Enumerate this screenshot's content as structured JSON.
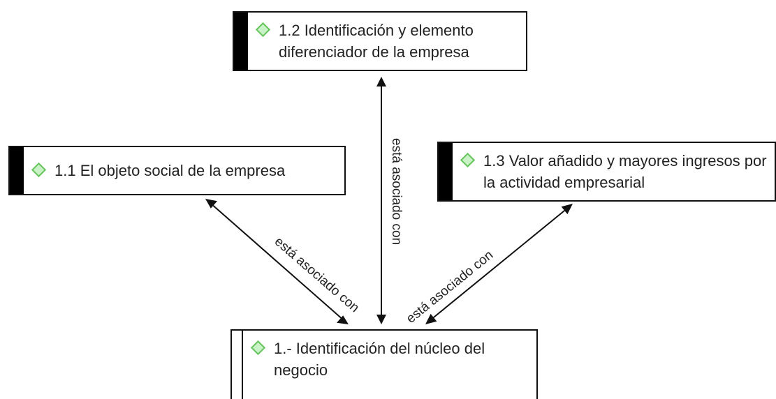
{
  "nodes": {
    "node_1_2": {
      "label": "1.2 Identificación y elemento diferenciador de la empresa",
      "icon": "diamond-icon"
    },
    "node_1_1": {
      "label": "1.1 El objeto social de la empresa",
      "icon": "diamond-icon"
    },
    "node_1_3": {
      "label": "1.3 Valor añadido y mayores ingresos por la actividad empresarial",
      "icon": "diamond-icon"
    },
    "node_1": {
      "label": "1.- Identificación del núcleo del negocio",
      "icon": "diamond-icon"
    }
  },
  "edges": {
    "edge_1_2": {
      "label": "está asociado con"
    },
    "edge_1_1": {
      "label": "está asociado con"
    },
    "edge_1_3": {
      "label": "está asociado con"
    }
  },
  "colors": {
    "icon_fill": "#c9f3c6",
    "icon_stroke": "#68c45e",
    "border": "#111111",
    "node_bar": "#000000"
  }
}
